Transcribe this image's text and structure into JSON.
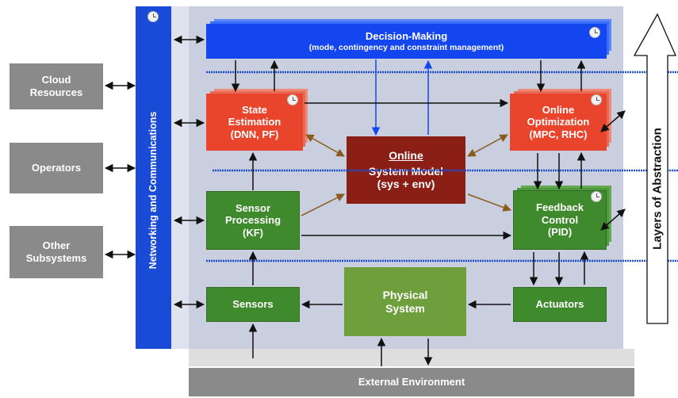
{
  "left_boxes": {
    "cloud": [
      "Cloud",
      "Resources"
    ],
    "operators": [
      "Operators"
    ],
    "other": [
      "Other",
      "Subsystems"
    ]
  },
  "networking_label": "Networking and Communications",
  "decision": {
    "title": "Decision-Making",
    "subtitle": "(mode, contingency and constraint management)"
  },
  "state_estimation": [
    "State",
    "Estimation",
    "(DNN, PF)"
  ],
  "online_optimization": [
    "Online",
    "Optimization",
    "(MPC, RHC)"
  ],
  "system_model": [
    "Online",
    "System Model",
    "(sys + env)"
  ],
  "sensor_processing": [
    "Sensor",
    "Processing",
    "(KF)"
  ],
  "feedback_control": [
    "Feedback",
    "Control",
    "(PID)"
  ],
  "sensors": "Sensors",
  "physical_system": [
    "Physical",
    "System"
  ],
  "actuators": "Actuators",
  "external_environment": "External Environment",
  "layers_label": "Layers of Abstraction",
  "colors": {
    "network_blue": "#1a4bd6",
    "decision_blue": "#1446f0",
    "panel": "#c9cfdf",
    "green": "#3f8a2c",
    "red": "#e8452c",
    "dark_red": "#8b1f16",
    "gray": "#8a8a8a"
  }
}
